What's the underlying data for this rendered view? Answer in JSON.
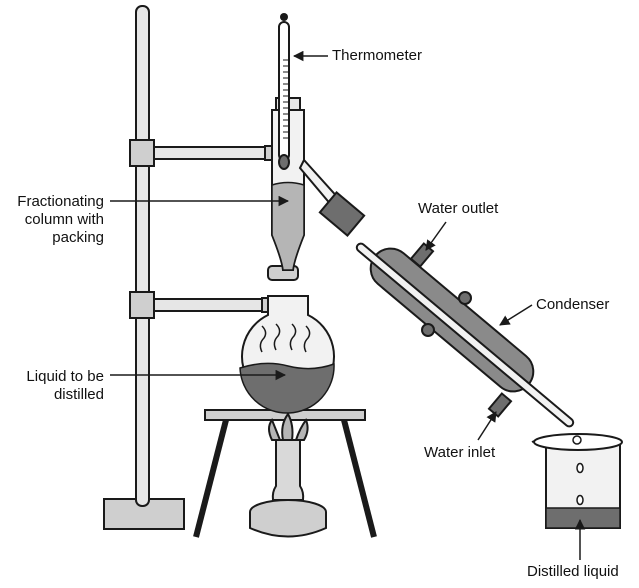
{
  "labels": {
    "thermometer": "Thermometer",
    "fractionating_column": [
      "Fractionating",
      "column with",
      "packing"
    ],
    "water_outlet": "Water outlet",
    "condenser": "Condenser",
    "liquid_to_be_distilled": [
      "Liquid to be",
      "distilled"
    ],
    "water_inlet": "Water inlet",
    "distilled_liquid": "Distilled liquid"
  },
  "colors": {
    "stroke": "#1a1a1a",
    "glass_fill": "#f2f2f2",
    "liquid_fill": "#6e6e6e",
    "condenser_fill": "#8a8a8a",
    "metal_fill": "#cfcfcf"
  }
}
